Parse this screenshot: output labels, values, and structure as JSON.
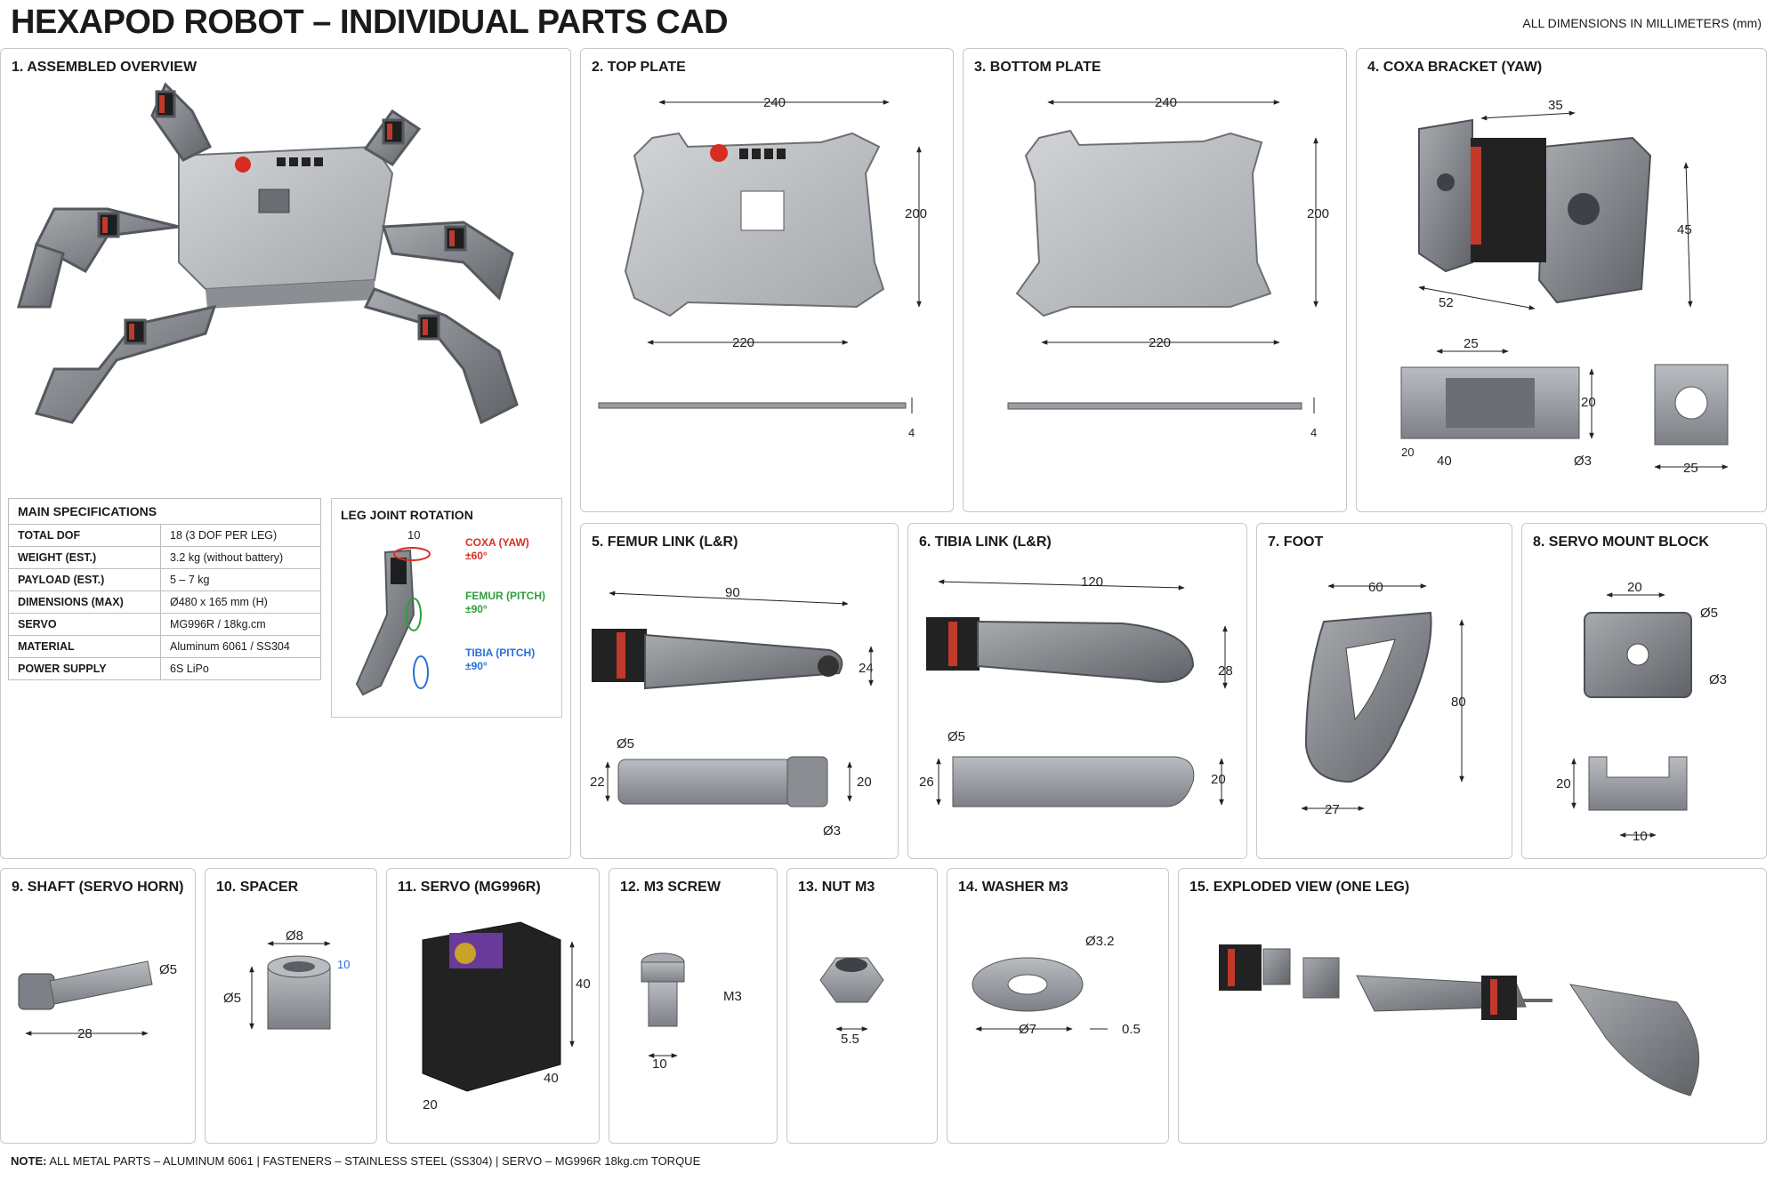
{
  "header": {
    "title": "HEXAPOD ROBOT – INDIVIDUAL PARTS CAD",
    "units": "ALL DIMENSIONS IN MILLIMETERS (mm)"
  },
  "panels": {
    "p1": {
      "title": "1. ASSEMBLED OVERVIEW"
    },
    "p2": {
      "title": "2. TOP PLATE",
      "dims": {
        "width": "240",
        "height": "200",
        "bottom": "220",
        "thickness": "4"
      }
    },
    "p3": {
      "title": "3. BOTTOM PLATE",
      "dims": {
        "width": "240",
        "height": "200",
        "bottom": "220",
        "thickness": "4"
      }
    },
    "p4": {
      "title": "4. COXA BRACKET (YAW)",
      "dims": {
        "a": "35",
        "b": "45",
        "c": "52",
        "d": "25",
        "e": "20",
        "f": "20",
        "g": "40",
        "h": "Ø3",
        "i": "25"
      }
    },
    "p5": {
      "title": "5. FEMUR LINK (L&R)",
      "dims": {
        "length": "90",
        "height": "24",
        "hole": "Ø5",
        "left": "22",
        "right": "20",
        "pin": "Ø3"
      }
    },
    "p6": {
      "title": "6. TIBIA LINK (L&R)",
      "dims": {
        "length": "120",
        "height": "28",
        "hole": "Ø5",
        "left": "26",
        "right": "20"
      }
    },
    "p7": {
      "title": "7. FOOT",
      "dims": {
        "top": "60",
        "height": "80",
        "bottom": "27"
      }
    },
    "p8": {
      "title": "8. SERVO MOUNT BLOCK",
      "dims": {
        "top": "20",
        "hole1": "Ø5",
        "hole2": "Ø3",
        "height": "20",
        "bottom": "10"
      }
    },
    "p9": {
      "title": "9. SHAFT (SERVO HORN)",
      "dims": {
        "dia": "Ø5",
        "length": "28"
      }
    },
    "p10": {
      "title": "10. SPACER",
      "dims": {
        "outer": "Ø8",
        "inner": "Ø5",
        "height": "10"
      }
    },
    "p11": {
      "title": "11. SERVO (MG996R)",
      "dims": {
        "h": "40",
        "d": "40",
        "w": "20"
      }
    },
    "p12": {
      "title": "12. M3 SCREW",
      "dims": {
        "thread": "M3",
        "length": "10"
      }
    },
    "p13": {
      "title": "13. NUT M3",
      "dims": {
        "width": "5.5"
      }
    },
    "p14": {
      "title": "14. WASHER M3",
      "dims": {
        "outer": "Ø3.2",
        "inner": "Ø7",
        "thick": "0.5"
      }
    },
    "p15": {
      "title": "15. EXPLODED VIEW (ONE LEG)"
    }
  },
  "specs": {
    "title": "MAIN SPECIFICATIONS",
    "rows": [
      {
        "k": "TOTAL DOF",
        "v": "18 (3 DOF PER LEG)"
      },
      {
        "k": "WEIGHT (EST.)",
        "v": "3.2 kg (without battery)"
      },
      {
        "k": "PAYLOAD (EST.)",
        "v": "5 – 7 kg"
      },
      {
        "k": "DIMENSIONS (MAX)",
        "v": "Ø480 x 165 mm (H)"
      },
      {
        "k": "SERVO",
        "v": "MG996R / 18kg.cm"
      },
      {
        "k": "MATERIAL",
        "v": "Aluminum 6061 / SS304"
      },
      {
        "k": "POWER SUPPLY",
        "v": "6S LiPo"
      }
    ]
  },
  "joint_rotation": {
    "title": "LEG JOINT ROTATION",
    "top_label": "10",
    "coxa": {
      "name": "COXA (YAW)",
      "range": "±60°",
      "color": "#d93025"
    },
    "femur": {
      "name": "FEMUR (PITCH)",
      "range": "±90°",
      "color": "#2e9e3e"
    },
    "tibia": {
      "name": "TIBIA (PITCH)",
      "range": "±90°",
      "color": "#2a6fd6"
    }
  },
  "note": {
    "label": "NOTE:",
    "text": "ALL METAL PARTS – ALUMINUM 6061  |  FASTENERS – STAINLESS STEEL (SS304)  |  SERVO – MG996R 18kg.cm TORQUE"
  },
  "colors": {
    "metal": "#8e9196",
    "metal_dark": "#5b5e63",
    "servo": "#222222",
    "servo_red": "#c0392b",
    "button": "#d62d20"
  }
}
